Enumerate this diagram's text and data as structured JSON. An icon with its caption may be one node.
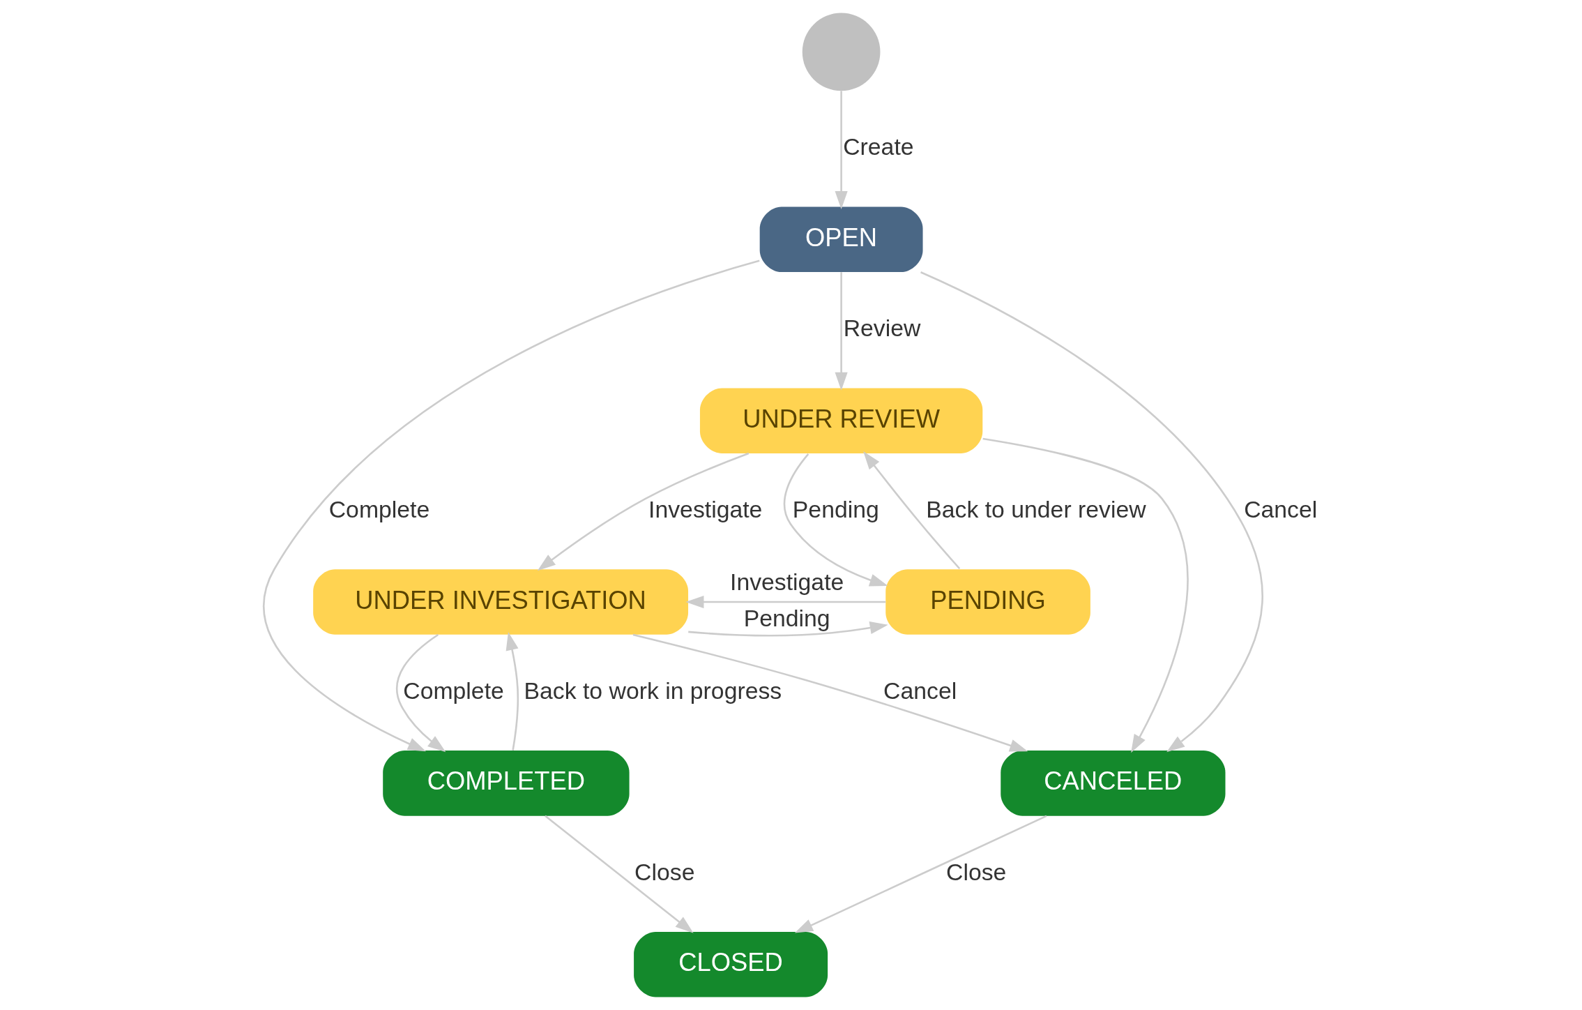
{
  "diagram": {
    "nodes": [
      {
        "text": [],
        "shape": "circle"
      },
      {
        "text": [
          "OPEN"
        ]
      },
      {
        "text": [
          "UNDER REVIEW"
        ]
      },
      {
        "text": [
          "UNDER INVESTIGATION"
        ]
      },
      {
        "text": [
          "PENDING"
        ]
      },
      {
        "text": [
          "COMPLETED"
        ]
      },
      {
        "text": [
          "CANCELED"
        ]
      },
      {
        "text": [
          "CLOSED"
        ]
      }
    ],
    "edges": [
      {
        "from": 0,
        "to": 1,
        "arrow": "to",
        "label": "Create"
      },
      {
        "from": 1,
        "to": 2,
        "arrow": "to",
        "label": "Review"
      },
      {
        "from": 1,
        "to": 5,
        "arrow": "to",
        "label": "Complete"
      },
      {
        "from": 2,
        "to": 3,
        "arrow": "to",
        "label": "Investigate"
      },
      {
        "from": 1,
        "to": 6,
        "arrow": "to",
        "label": "Cancel"
      },
      {
        "from": 2,
        "to": 6,
        "arrow": "to"
      },
      {
        "from": 4,
        "to": 2,
        "arrow": "to",
        "label": "Back to under review"
      },
      {
        "from": 2,
        "to": 4,
        "arrow": "to",
        "label": "Pending"
      },
      {
        "from": 4,
        "to": 3,
        "arrow": "to",
        "label": "Investigate"
      },
      {
        "from": 3,
        "to": 4,
        "arrow": "to",
        "label": "Pending"
      },
      {
        "from": 3,
        "to": 5,
        "arrow": "to",
        "label": "Complete"
      },
      {
        "from": 5,
        "to": 3,
        "arrow": "to",
        "label": "Back to work in progress"
      },
      {
        "from": 3,
        "to": 6,
        "arrow": "to",
        "label": "Cancel"
      },
      {
        "from": 6,
        "to": 7,
        "arrow": "to",
        "label": "Close"
      },
      {
        "from": 5,
        "to": 7,
        "arrow": "to",
        "label": "Close"
      }
    ]
  }
}
